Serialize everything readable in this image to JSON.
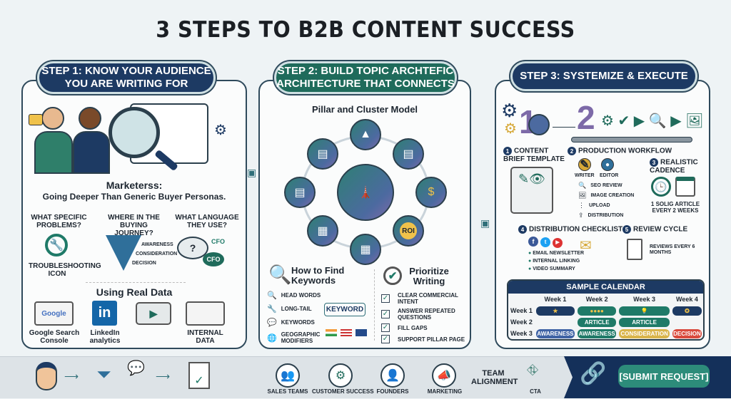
{
  "title": "3 STEPS TO B2B CONTENT SUCCESS",
  "step1": {
    "header": "STEP 1: KNOW YOUR AUDIENCE YOU ARE WRITING FOR",
    "heading": "Marketerss:",
    "subheading": "Going Deeper Than Generic Buyer Personas.",
    "questions": [
      "WHAT SPECIFIC PROBLEMS?",
      "WHERE IN THE BUYING JOURNEY?",
      "WHAT LANGUAGE THEY USE?"
    ],
    "troubleshooting": "TROUBLESHOOTING ICON",
    "funnel": [
      "AWARENESS",
      "CONSIDERATION",
      "DECISION"
    ],
    "bubbles": [
      "CFO",
      "CFO"
    ],
    "data_title": "Using Real Data",
    "google_logo": "Google",
    "linkedin_logo": "in",
    "sources": [
      "Google Search Console",
      "LinkedIn analytics",
      "INTERNAL DATA"
    ]
  },
  "step2": {
    "header": "STEP 2: BUILD TOPIC ARCHTEFIC ARCHITECTURE THAT CONNECTS",
    "model_title": "Pillar and Cluster Model",
    "roi": "ROI",
    "dollar": "$",
    "keywords_title": "How to Find Keywords",
    "keyword_items": [
      "HEAD WORDS",
      "LONG-TAIL",
      "KEYWORDS",
      "GEOGRAPHIC MODIFIERS"
    ],
    "keyword_badge": "KEYWORD",
    "priority_title": "Prioritize Writing",
    "priority_items": [
      "CLEAR COMMERCIAL INTENT",
      "ANSWER REPEATED QUESTIONS",
      "FILL GAPS",
      "SUPPORT PILLAR PAGE"
    ]
  },
  "step3": {
    "header": "STEP 3: SYSTEMIZE & EXECUTE",
    "big_numbers": [
      "1",
      "2"
    ],
    "items": [
      {
        "n": "1",
        "label": "CONTENT BRIEF TEMPLATE"
      },
      {
        "n": "2",
        "label": "PRODUCTION WORKFLOW"
      },
      {
        "n": "3",
        "label": "REALISTIC CADENCE"
      },
      {
        "n": "4",
        "label": "DISTRIBUTION CHECKLIST"
      },
      {
        "n": "5",
        "label": "REVIEW CYCLE"
      }
    ],
    "roles": [
      "WRITER",
      "EDITOR"
    ],
    "workflow": [
      "SEO REVIEW",
      "IMAGE CREATION",
      "UPLOAD",
      "DISTRIBUTION"
    ],
    "cadence": "1 SOLIG ARTICLE EVERY 2 WEEKS",
    "distribution": [
      "EMAIL NEWSLETTER",
      "INTERNAL LINKING",
      "VIDEO SUMMARY"
    ],
    "review": "REVIEWS EVERY 6 MONTHS",
    "calendar": {
      "title": "SAMPLE CALENDAR",
      "cols": [
        "Week 1",
        "Week 2",
        "Week 3",
        "Week 4"
      ],
      "rows": [
        "Week 1",
        "Week 2",
        "Week 3"
      ],
      "article": "ARTICLE",
      "stages": [
        "AWARENESS",
        "AWARENESS",
        "CONSIDERATION",
        "DECISION"
      ],
      "colors": [
        "#3f63a5",
        "#1f7a68",
        "#d9b44a",
        "#d94a3d"
      ]
    }
  },
  "footer": {
    "teams": [
      "SALES TEAMS",
      "CUSTOMER SUCCESS",
      "FOUNDERS",
      "MARKETING"
    ],
    "alignment": "TEAM ALIGNMENT",
    "cta": "CTA",
    "button": "[SUBMIT REQUEST]"
  }
}
